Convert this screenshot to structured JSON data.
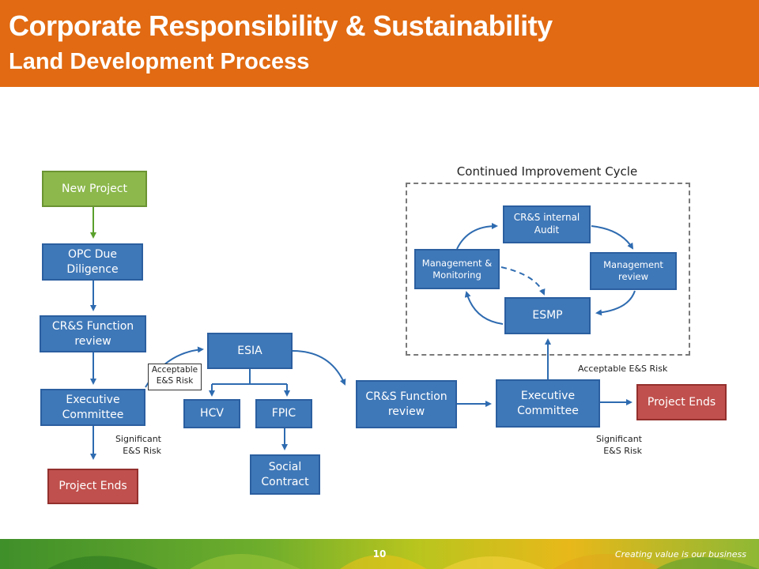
{
  "header": {
    "title": "Corporate Responsibility & Sustainability",
    "subtitle": "Land Development Process"
  },
  "flow": {
    "new_project": "New Project",
    "opc_due_diligence": "OPC Due Diligence",
    "crs_function_review_1": "CR&S Function review",
    "executive_committee_1": "Executive Committee",
    "project_ends_1": "Project Ends",
    "esia": "ESIA",
    "hcv": "HCV",
    "fpic": "FPIC",
    "social_contract": "Social Contract",
    "crs_function_review_2": "CR&S Function review",
    "executive_committee_2": "Executive Committee",
    "project_ends_2": "Project Ends"
  },
  "labels": {
    "acceptable_left": "Acceptable E&S Risk",
    "significant_left": "Significant E&S Risk",
    "acceptable_right": "Acceptable E&S Risk",
    "significant_right": "Significant E&S Risk"
  },
  "cycle": {
    "title": "Continued Improvement Cycle",
    "internal_audit": "CR&S internal Audit",
    "management_review": "Management review",
    "esmp": "ESMP",
    "management_monitoring": "Management & Monitoring"
  },
  "footer": {
    "page_number": "10",
    "tagline": "Creating value is our business"
  },
  "colors": {
    "header_orange": "#e16a12",
    "box_blue": "#3f78b8",
    "box_green": "#8cb84c",
    "box_red": "#c0504d",
    "arrow_blue": "#2e6bb0",
    "arrow_green": "#5aa02c"
  }
}
